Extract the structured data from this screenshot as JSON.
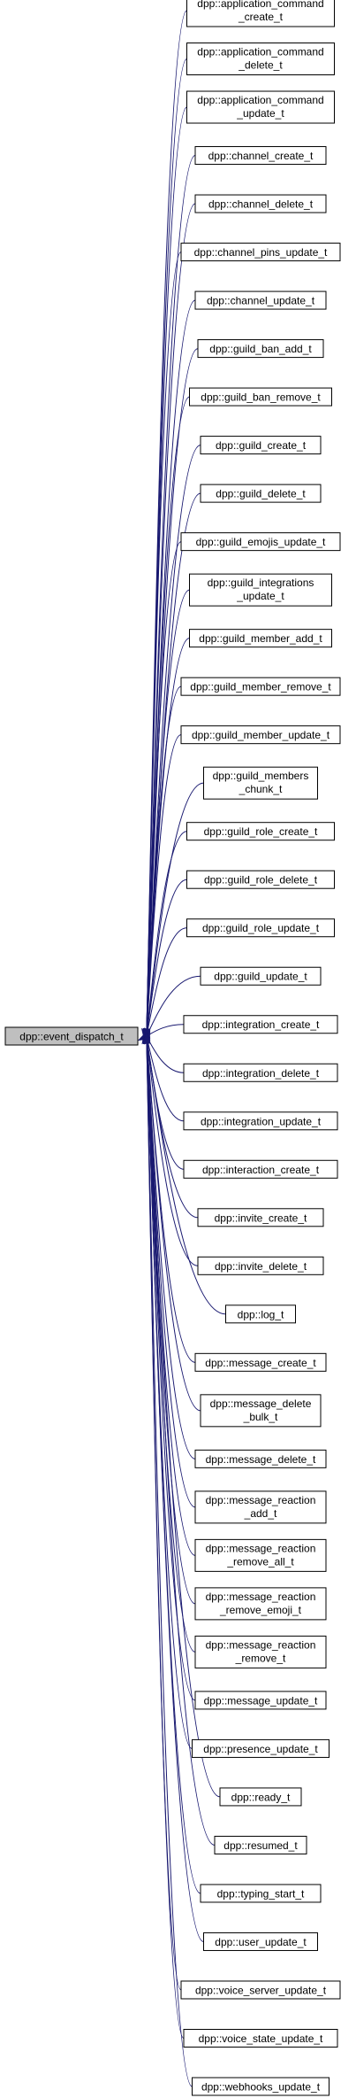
{
  "base_class": "dpp::event_dispatch_t",
  "derived_classes": [
    [
      "dpp::application_command",
      "_create_t"
    ],
    [
      "dpp::application_command",
      "_delete_t"
    ],
    [
      "dpp::application_command",
      "_update_t"
    ],
    [
      "dpp::channel_create_t"
    ],
    [
      "dpp::channel_delete_t"
    ],
    [
      "dpp::channel_pins_update_t"
    ],
    [
      "dpp::channel_update_t"
    ],
    [
      "dpp::guild_ban_add_t"
    ],
    [
      "dpp::guild_ban_remove_t"
    ],
    [
      "dpp::guild_create_t"
    ],
    [
      "dpp::guild_delete_t"
    ],
    [
      "dpp::guild_emojis_update_t"
    ],
    [
      "dpp::guild_integrations",
      "_update_t"
    ],
    [
      "dpp::guild_member_add_t"
    ],
    [
      "dpp::guild_member_remove_t"
    ],
    [
      "dpp::guild_member_update_t"
    ],
    [
      "dpp::guild_members",
      "_chunk_t"
    ],
    [
      "dpp::guild_role_create_t"
    ],
    [
      "dpp::guild_role_delete_t"
    ],
    [
      "dpp::guild_role_update_t"
    ],
    [
      "dpp::guild_update_t"
    ],
    [
      "dpp::integration_create_t"
    ],
    [
      "dpp::integration_delete_t"
    ],
    [
      "dpp::integration_update_t"
    ],
    [
      "dpp::interaction_create_t"
    ],
    [
      "dpp::invite_create_t"
    ],
    [
      "dpp::invite_delete_t"
    ],
    [
      "dpp::log_t"
    ],
    [
      "dpp::message_create_t"
    ],
    [
      "dpp::message_delete",
      "_bulk_t"
    ],
    [
      "dpp::message_delete_t"
    ],
    [
      "dpp::message_reaction",
      "_add_t"
    ],
    [
      "dpp::message_reaction",
      "_remove_all_t"
    ],
    [
      "dpp::message_reaction",
      "_remove_emoji_t"
    ],
    [
      "dpp::message_reaction",
      "_remove_t"
    ],
    [
      "dpp::message_update_t"
    ],
    [
      "dpp::presence_update_t"
    ],
    [
      "dpp::ready_t"
    ],
    [
      "dpp::resumed_t"
    ],
    [
      "dpp::typing_start_t"
    ],
    [
      "dpp::user_update_t"
    ],
    [
      "dpp::voice_server_update_t"
    ],
    [
      "dpp::voice_state_update_t"
    ],
    [
      "dpp::webhooks_update_t"
    ]
  ],
  "colors": {
    "edge": "#191970",
    "base_fill": "#bfbfbf",
    "node_fill": "#ffffff"
  }
}
